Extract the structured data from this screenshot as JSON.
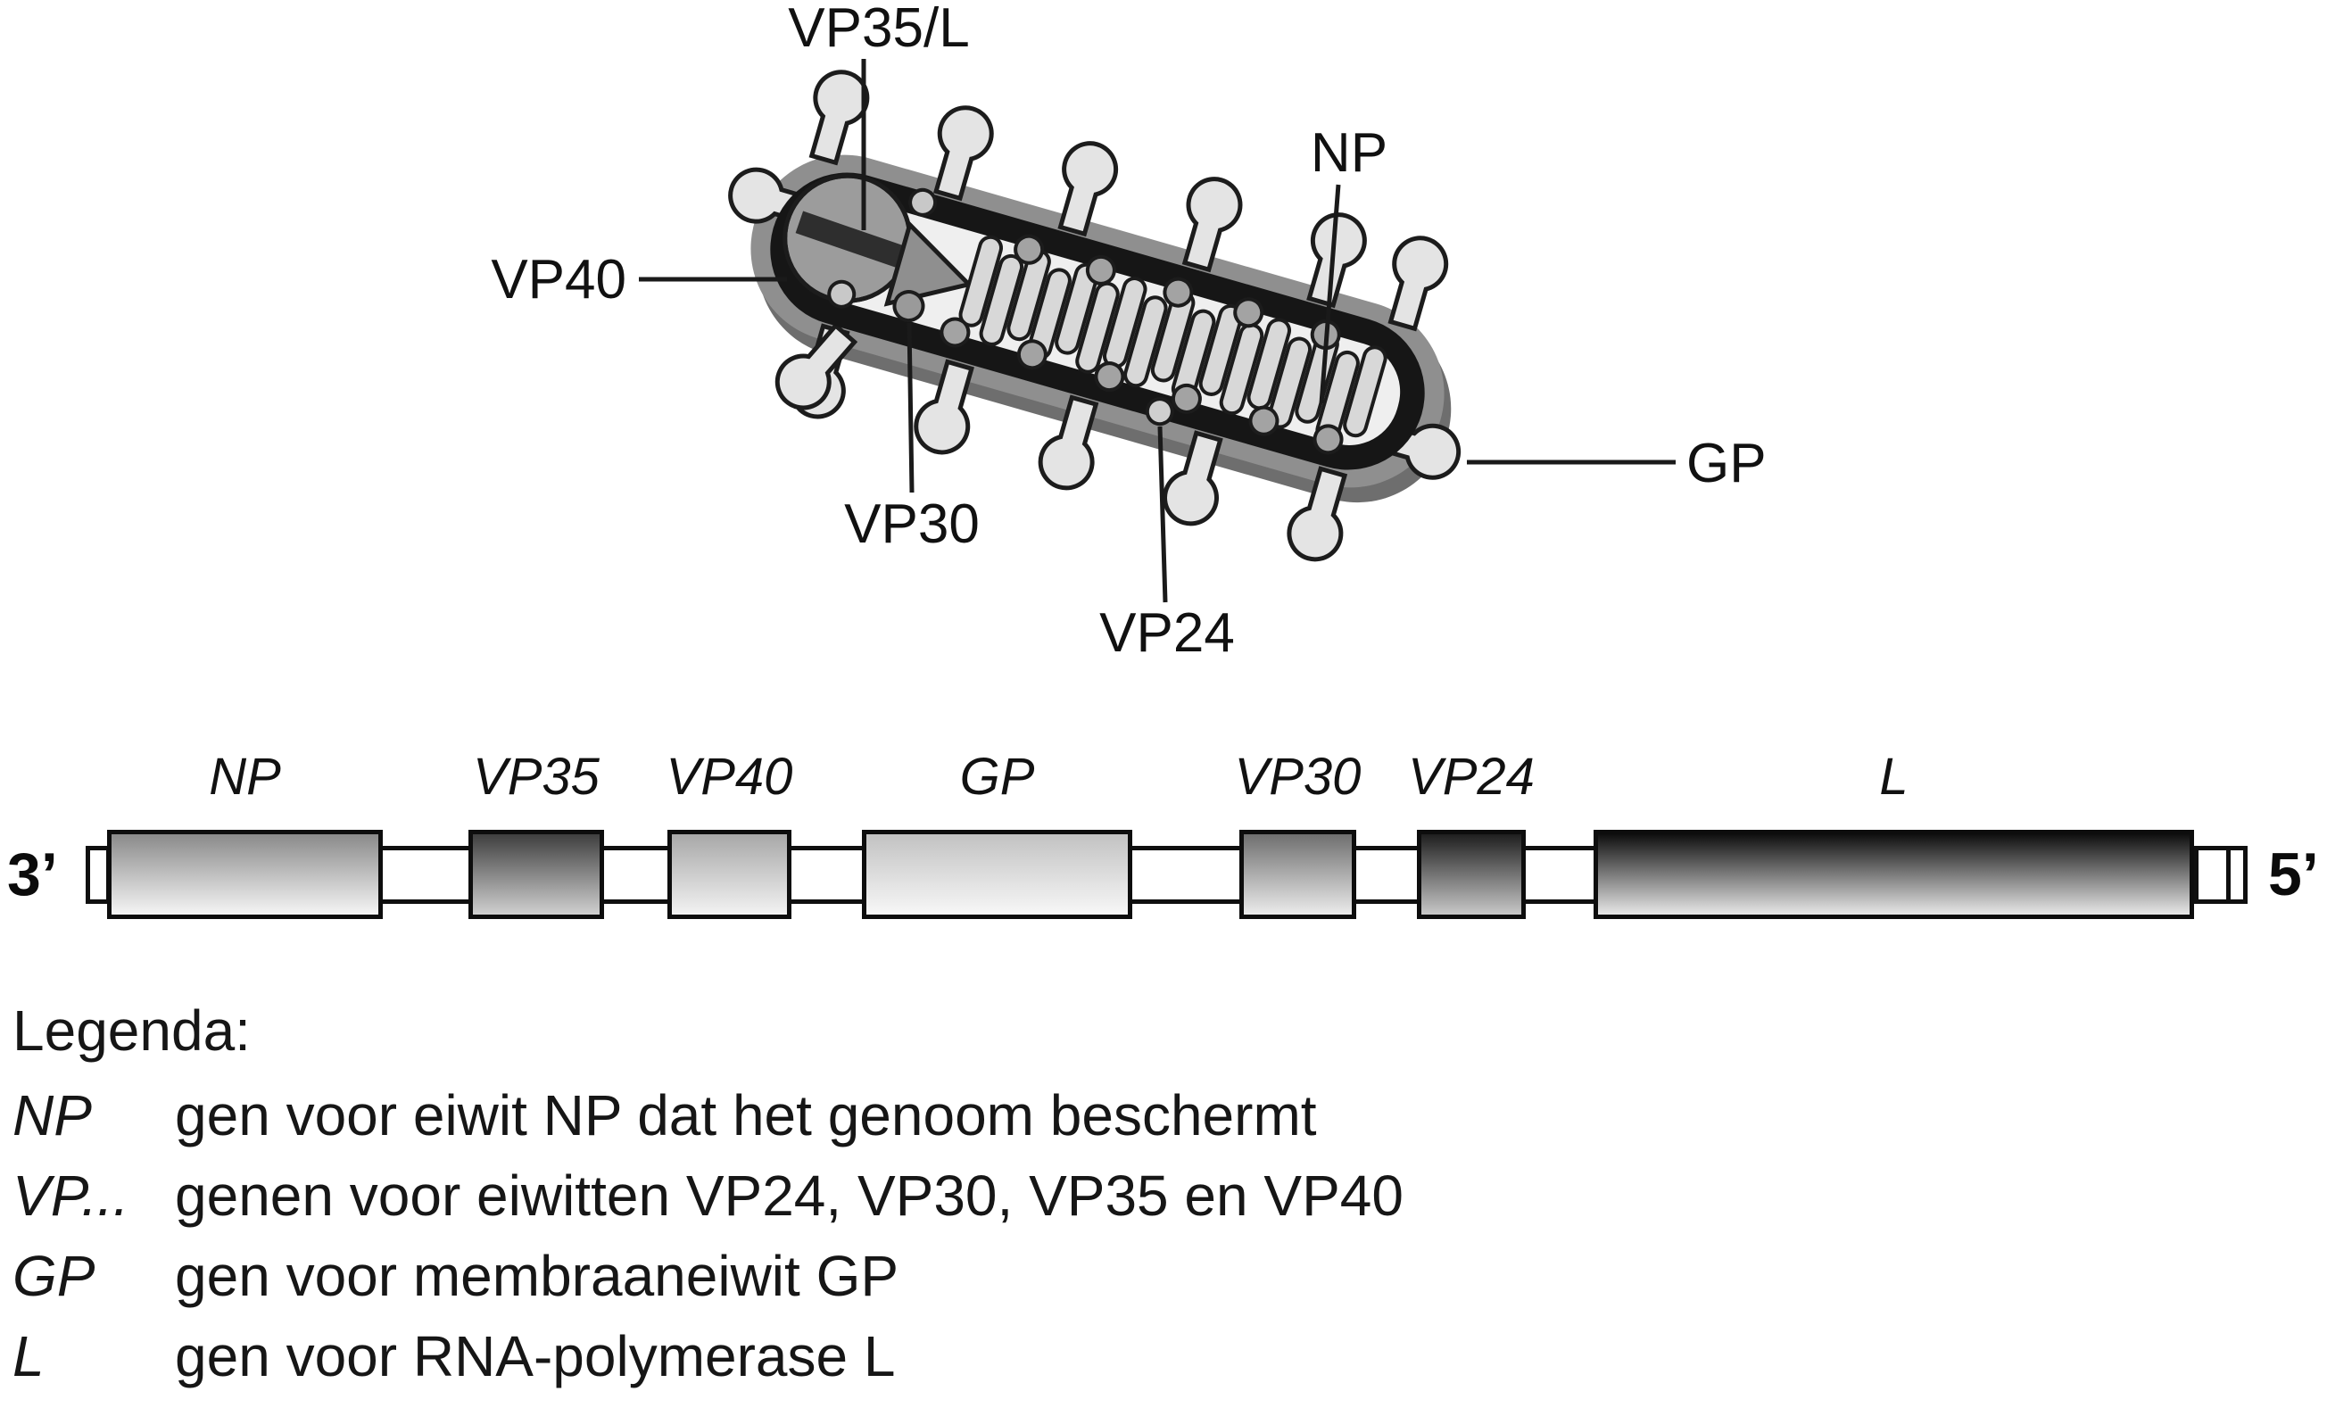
{
  "virion": {
    "labels": {
      "vp35l": "VP35/L",
      "np": "NP",
      "vp40": "VP40",
      "vp30": "VP30",
      "vp24": "VP24",
      "gp": "GP"
    }
  },
  "genome": {
    "end_3": "3’",
    "end_5": "5’",
    "genes": [
      {
        "name": "NP"
      },
      {
        "name": "VP35"
      },
      {
        "name": "VP40"
      },
      {
        "name": "GP"
      },
      {
        "name": "VP30"
      },
      {
        "name": "VP24"
      },
      {
        "name": "L"
      }
    ]
  },
  "legend": {
    "title": "Legenda:",
    "entries": [
      {
        "term": "NP",
        "description": "gen voor eiwit NP dat het genoom beschermt"
      },
      {
        "term": "VP...",
        "description": "genen voor eiwitten VP24, VP30, VP35 en VP40"
      },
      {
        "term": "GP",
        "description": "gen voor membraaneiwit GP"
      },
      {
        "term": "L",
        "description": "gen voor RNA-polymerase L"
      }
    ]
  },
  "colors": {
    "outline": "#1c1c1c",
    "membrane_outer": "#8f8f8f",
    "membrane_shadow": "#6e6e6e",
    "membrane_inner": "#161616",
    "matrix_interior": "#efefef",
    "nucleocapsid_slat": "#d8d8d8",
    "spike": "#e4e4e4",
    "polymerase_complex": "#9c9c9c"
  }
}
